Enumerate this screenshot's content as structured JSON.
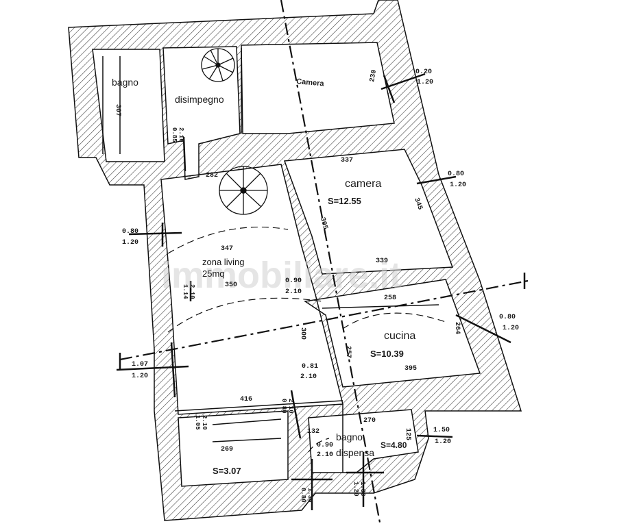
{
  "rooms": {
    "bagno_top": "bagno",
    "disimpegno": "disimpegno",
    "camera_top": "Camera",
    "camera": "camera",
    "camera_area": "S=12.55",
    "zona_living_1": "zona living",
    "zona_living_2": "25mq",
    "cucina": "cucina",
    "cucina_area": "S=10.39",
    "bagno_bottom": "bagno",
    "dispensa": "dispensa",
    "dispensa_area": "S=4.80",
    "bottom_left_area": "S=3.07"
  },
  "dimensions": {
    "d307": "307",
    "d230": "230",
    "d337": "337",
    "d282": "282",
    "d345": "345",
    "d339": "339",
    "d305": "305",
    "d347": "347",
    "d350": "350",
    "d258": "258",
    "d264": "264",
    "d395": "395",
    "d257": "257",
    "d300": "300",
    "d416": "416",
    "d269": "269",
    "d270": "270",
    "d132": "132",
    "d125": "125"
  },
  "openings": {
    "w_top_right": [
      "0.20",
      "1.20"
    ],
    "w_camera_right": [
      "0.80",
      "1.20"
    ],
    "w_left_upper": [
      "0.80",
      "1.20"
    ],
    "w_left_lower": [
      "1.07",
      "1.20"
    ],
    "w_cucina_right": [
      "0.80",
      "1.20"
    ],
    "w_dispensa_right": [
      "1.50",
      "1.20"
    ],
    "door_disimpegno": [
      "0.85",
      "2.10"
    ],
    "door_living": [
      "1.14",
      "2.10"
    ],
    "door_camera": [
      "0.90",
      "2.10"
    ],
    "door_cucina": [
      "0.81",
      "2.10"
    ],
    "door_bl": [
      "1.05",
      "2.10"
    ],
    "door_mid_bottom": [
      "0.80",
      "2.10"
    ],
    "door_bagno": [
      "0.90",
      "2.10"
    ],
    "w_bottom_a": [
      "0.80",
      "1.30"
    ],
    "w_bottom_b": [
      "1.20",
      "1.30"
    ]
  },
  "watermark": "immobiliare.it"
}
